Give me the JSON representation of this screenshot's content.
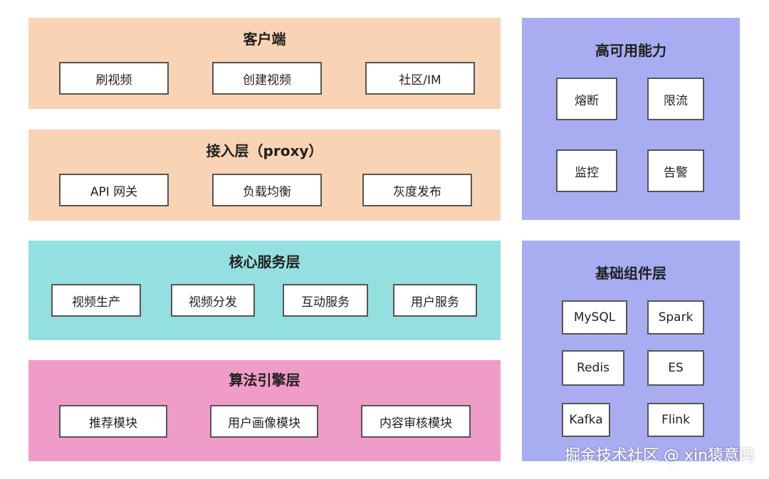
{
  "client": {
    "title": "客户端",
    "items": [
      "刷视频",
      "创建视频",
      "社区/IM"
    ]
  },
  "proxy": {
    "title": "接入层（proxy）",
    "items": [
      "API 网关",
      "负载均衡",
      "灰度发布"
    ]
  },
  "core": {
    "title": "核心服务层",
    "items": [
      "视频生产",
      "视频分发",
      "互动服务",
      "用户服务"
    ]
  },
  "algo": {
    "title": "算法引擎层",
    "items": [
      "推荐模块",
      "用户画像模块",
      "内容审核模块"
    ]
  },
  "ha": {
    "title": "高可用能力",
    "items": [
      "熔断",
      "限流",
      "监控",
      "告警"
    ]
  },
  "base": {
    "title": "基础组件层",
    "items": [
      "MySQL",
      "Spark",
      "Redis",
      "ES",
      "Kafka",
      "Flink"
    ]
  },
  "watermark": "掘金技术社区 @ xin猿意码",
  "colors": {
    "client_proxy_bg": "#f8d4b4",
    "core_bg": "#94e0e0",
    "algo_bg": "#f09cc8",
    "right_bg": "#a8acf0"
  }
}
